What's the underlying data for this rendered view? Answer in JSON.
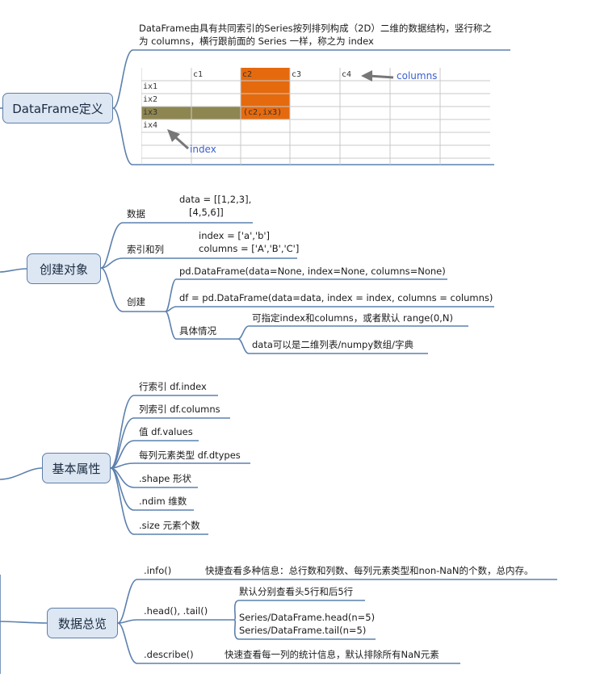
{
  "sections": {
    "definition": {
      "title": "DataFrame定义",
      "desc_line1": "DataFrame由具有共同索引的Series按列排列构成（2D）二维的数据结构，竖行称之",
      "desc_line2": "为 columns，横行跟前面的 Series 一样，称之为 index",
      "figure": {
        "columns": [
          "c1",
          "c2",
          "c3",
          "c4"
        ],
        "rows": [
          "ix1",
          "ix2",
          "ix3",
          "ix4"
        ],
        "highlight_cell": "(c2,ix3)",
        "columns_label": "columns",
        "index_label": "index",
        "col_highlight_color": "#e56a0e",
        "row_highlight_color": "#8e8651"
      }
    },
    "create": {
      "title": "创建对象",
      "data_label": "数据",
      "data_line1": "data = [[1,2,3],",
      "data_line2": "[4,5,6]]",
      "idx_label": "索引和列",
      "idx_line1": "index = ['a','b']",
      "idx_line2": "columns = ['A','B','C']",
      "create_label": "创建",
      "create_sig": "pd.DataFrame(data=None, index=None, columns=None)",
      "create_example": "df = pd.DataFrame(data=data, index = index, columns = columns)",
      "detail_label": "具体情况",
      "detail_1": "可指定index和columns，或者默认 range(0,N)",
      "detail_2": "data可以是二维列表/numpy数组/字典"
    },
    "attrs": {
      "title": "基本属性",
      "items": [
        "行索引  df.index",
        "列索引  df.columns",
        "值  df.values",
        "每列元素类型  df.dtypes",
        ".shape  形状",
        ".ndim 维数",
        ".size  元素个数"
      ]
    },
    "overview": {
      "title": "数据总览",
      "info_label": ".info()",
      "info_desc": "快捷查看多种信息：总行数和列数、每列元素类型和non-NaN的个数，总内存。",
      "head_label": ".head(), .tail()",
      "head_desc1": "默认分别查看头5行和后5行",
      "head_desc2": "Series/DataFrame.head(n=5)",
      "head_desc3": "Series/DataFrame.tail(n=5)",
      "describe_label": ".describe()",
      "describe_desc": "快速查看每一列的统计信息，默认排除所有NaN元素"
    }
  }
}
